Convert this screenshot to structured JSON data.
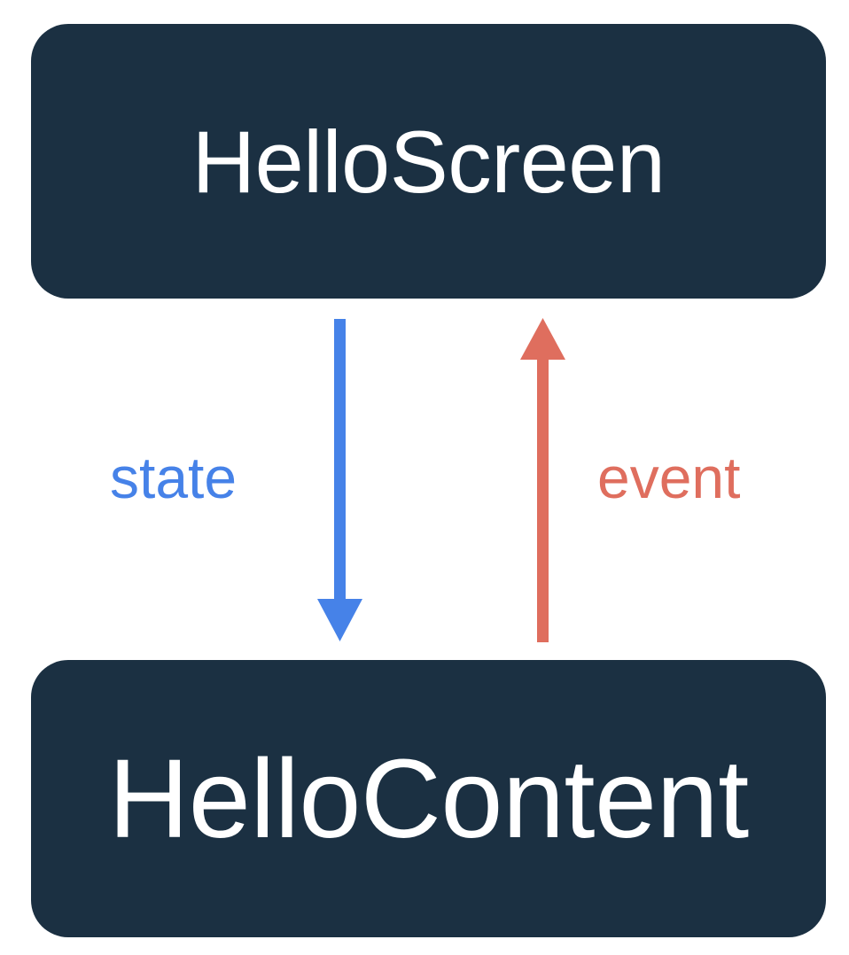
{
  "diagram": {
    "title": "HelloScreen / HelloContent state-event flow",
    "type": "flow-diagram",
    "background_color": "#ffffff",
    "nodes": [
      {
        "id": "hello-screen",
        "label": "HelloScreen",
        "fill_color": "#1b3042",
        "text_color": "#ffffff",
        "shape": "rounded-rectangle"
      },
      {
        "id": "hello-content",
        "label": "HelloContent",
        "fill_color": "#1b3042",
        "text_color": "#ffffff",
        "shape": "rounded-rectangle"
      }
    ],
    "edges": [
      {
        "id": "state-edge",
        "label": "state",
        "from": "hello-screen",
        "to": "hello-content",
        "direction": "down",
        "color": "#4682e8"
      },
      {
        "id": "event-edge",
        "label": "event",
        "from": "hello-content",
        "to": "hello-screen",
        "direction": "up",
        "color": "#df6e5e"
      }
    ]
  }
}
